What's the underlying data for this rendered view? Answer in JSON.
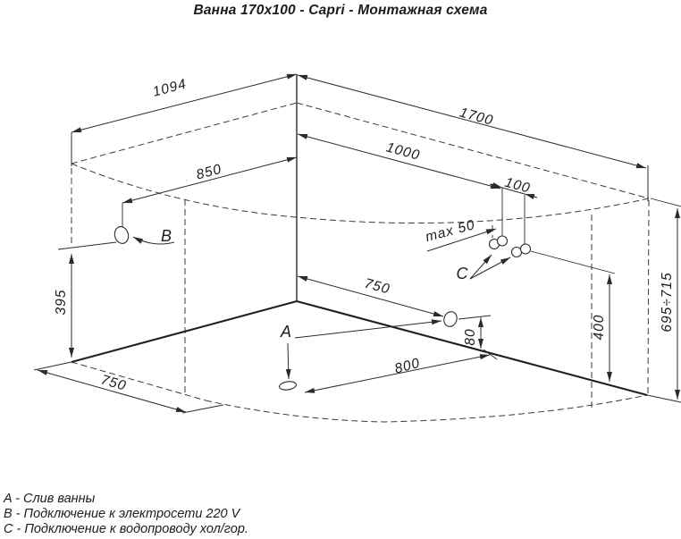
{
  "title": "Ванна 170x100 - Capri - Монтажная схема",
  "drawing": {
    "dims": {
      "left_wall_width": "1094",
      "right_wall_width": "1700",
      "pipes_offset": "1000",
      "pipes_gap": "100",
      "electric_offset": "850",
      "electric_height": "395",
      "pipe_stub": "max 50",
      "drain_wall_offset": "750",
      "floor_depth": "750",
      "drain_floor_offset": "800",
      "drain_height": "80",
      "pipes_height": "400",
      "rim_height": "695÷715"
    },
    "points": {
      "drain": "A",
      "electric": "B",
      "water": "C"
    }
  },
  "legend": {
    "items": [
      "A - Слив ванны",
      "B - Подключение к электросети 220 V",
      "C - Подключение к водопроводу хол/гор."
    ]
  }
}
